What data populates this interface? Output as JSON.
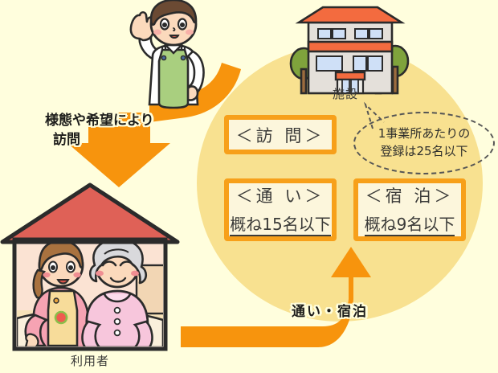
{
  "diagram": {
    "title_visible": false,
    "background_color": "#FFFEDD",
    "accent_orange": "#F7A01A",
    "circle_color": "#F8E190",
    "roof_red": "#DF6157",
    "facility_label": "施設",
    "user_label": "利用者",
    "visit_arrow_label_line1": "様態や希望により",
    "visit_arrow_label_line2": "訪問",
    "return_arrow_label": "通い・宿泊",
    "boxes": [
      {
        "name": "houmon",
        "title": "＜訪 問＞",
        "detail": ""
      },
      {
        "name": "kayoi",
        "title": "＜通 い＞",
        "detail": "概ね15名以下"
      },
      {
        "name": "shukuhaku",
        "title": "＜宿 泊＞",
        "detail": "概ね9名以下"
      }
    ],
    "bubble": {
      "line1": "1事業所あたりの",
      "line2": "登録は25名以下"
    }
  }
}
